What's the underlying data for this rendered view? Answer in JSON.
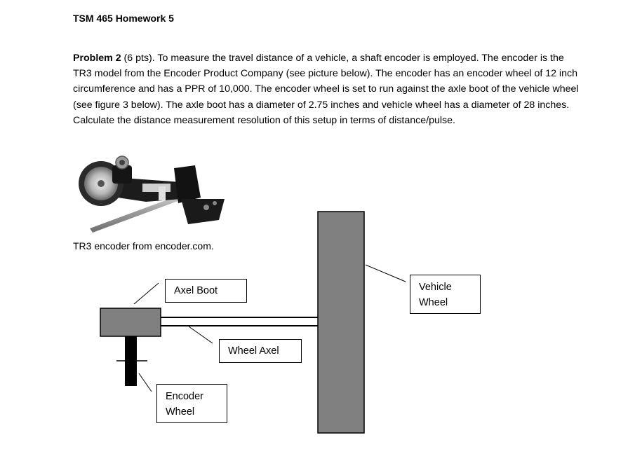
{
  "header": {
    "title": "TSM 465 Homework 5"
  },
  "problem": {
    "label": "Problem 2",
    "points": " (6 pts). ",
    "text": "To measure the travel distance of a vehicle, a shaft encoder is employed. The encoder is the TR3 model from the Encoder Product Company (see picture below). The encoder has an encoder wheel of 12 inch circumference and has a PPR of 10,000. The encoder wheel is set to run against the axle boot of the vehicle wheel (see figure 3 below). The axle boot has a diameter of 2.75 inches and vehicle wheel has a diameter of 28 inches. Calculate the distance measurement resolution of this setup in terms of distance/pulse."
  },
  "photo": {
    "caption": "TR3 encoder from encoder.com."
  },
  "diagram": {
    "labels": {
      "axel_boot": "Axel Boot",
      "wheel_axel": "Wheel Axel",
      "encoder_wheel_line1": "Encoder",
      "encoder_wheel_line2": "Wheel",
      "vehicle_wheel_line1": "Vehicle",
      "vehicle_wheel_line2": "Wheel"
    },
    "colors": {
      "part_fill": "#808080",
      "encoder_fill": "#000000"
    }
  }
}
